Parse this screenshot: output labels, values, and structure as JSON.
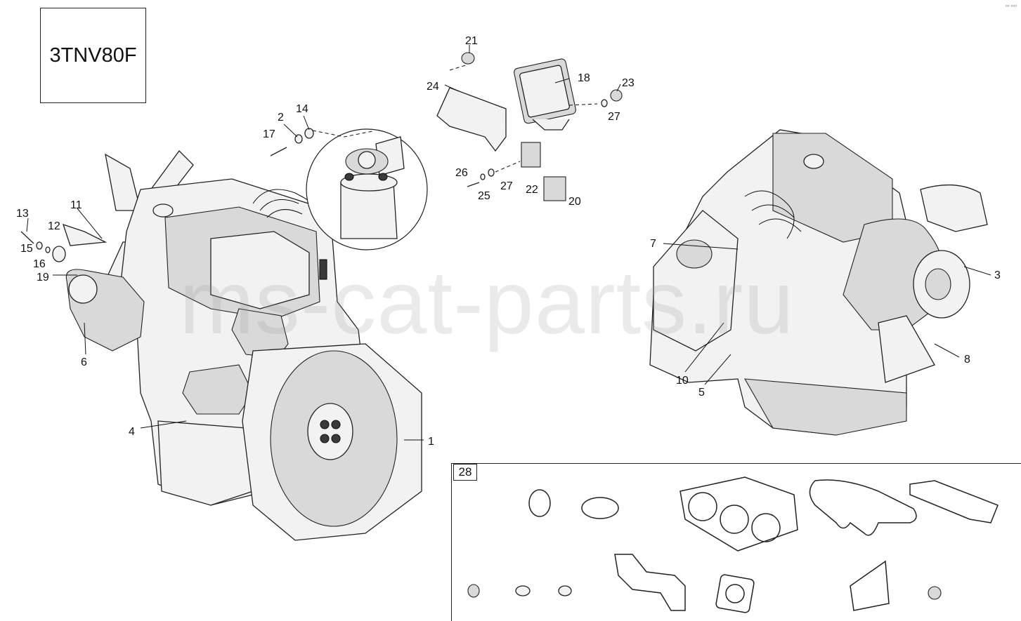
{
  "model_label": "3TNV80F",
  "watermark": "ms-cat-parts.ru",
  "kit_label": "28",
  "corner_mark": "▫▫ ▫▫▫",
  "callouts": {
    "c1": "1",
    "c2": "2",
    "c3": "3",
    "c4": "4",
    "c5": "5",
    "c6": "6",
    "c7": "7",
    "c8": "8",
    "c10": "10",
    "c11": "11",
    "c12": "12",
    "c13": "13",
    "c14": "14",
    "c15": "15",
    "c16": "16",
    "c17": "17",
    "c18": "18",
    "c19": "19",
    "c20": "20",
    "c21": "21",
    "c22": "22",
    "c23": "23",
    "c24": "24",
    "c25": "25",
    "c26": "26",
    "c27a": "27",
    "c27b": "27"
  }
}
